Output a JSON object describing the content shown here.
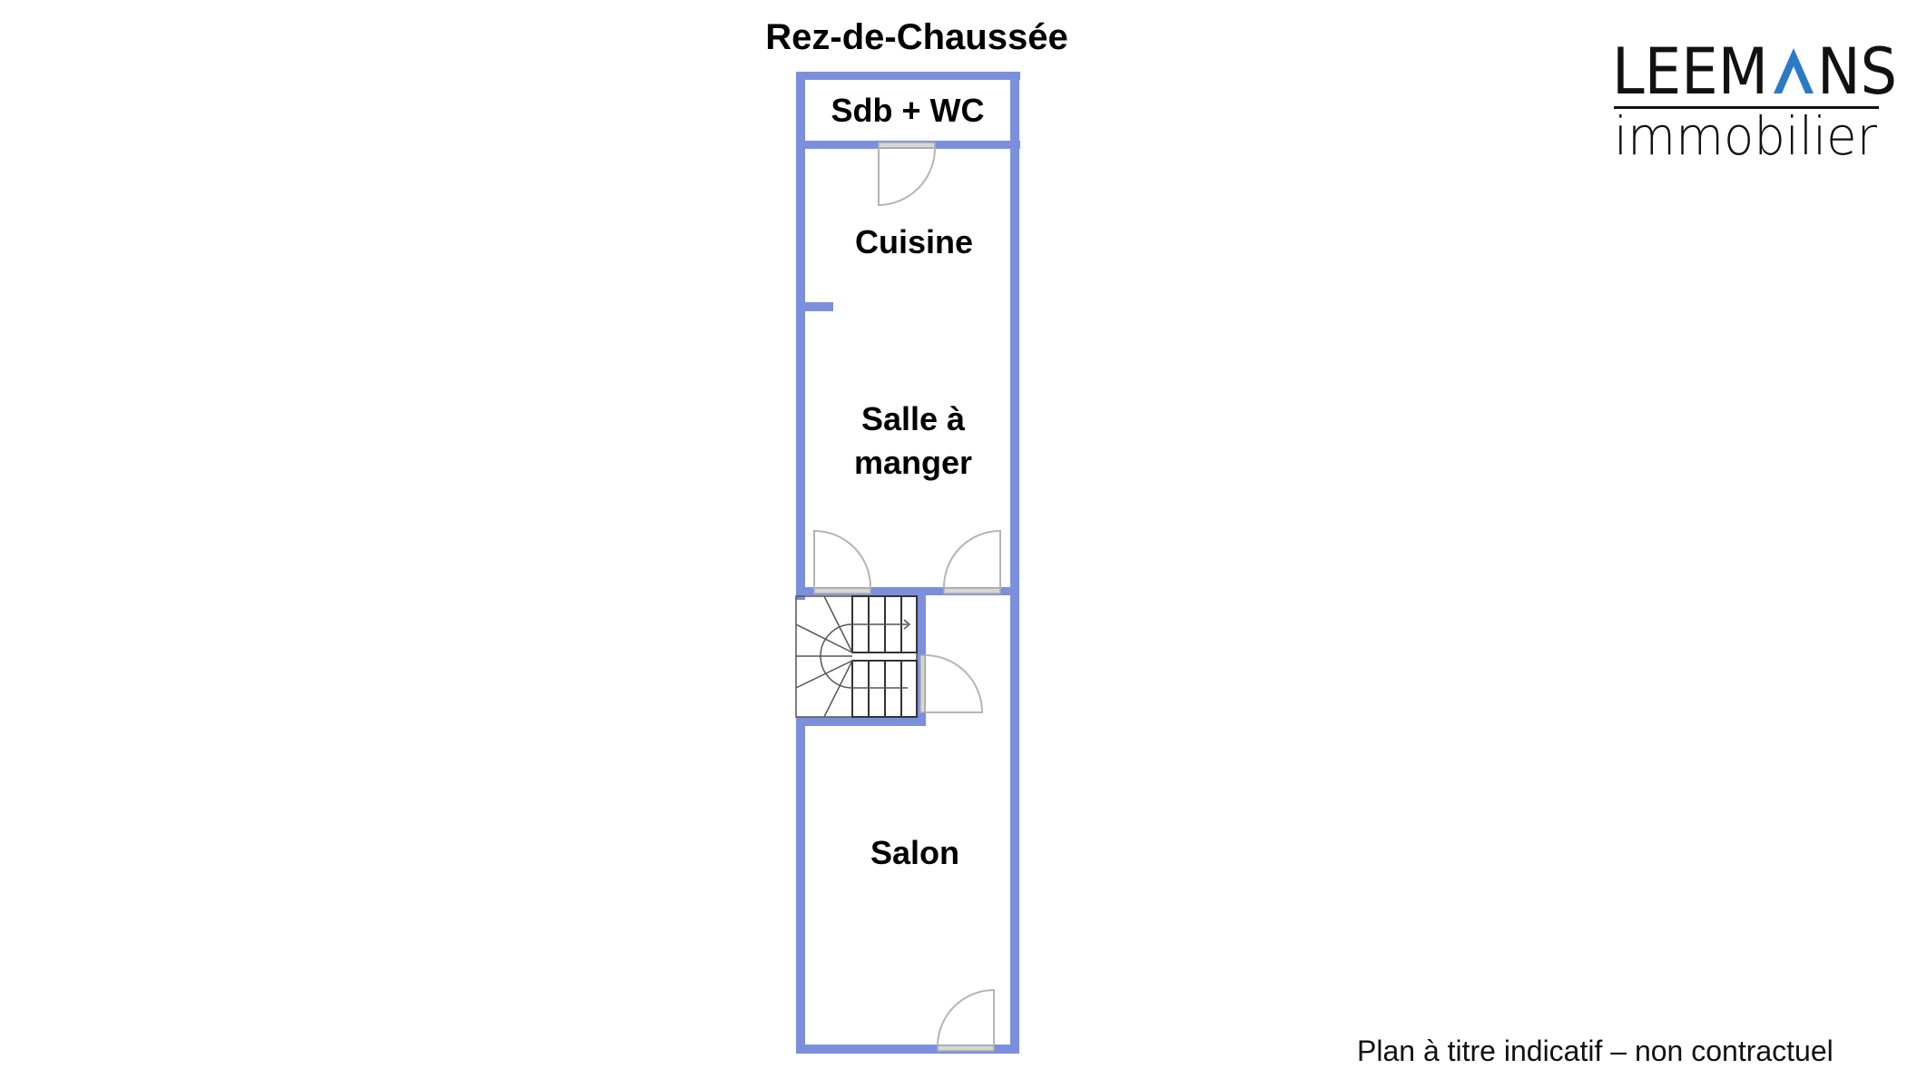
{
  "title": "Rez-de-Chaussée",
  "rooms": {
    "sdb_wc": "Sdb + WC",
    "cuisine": "Cuisine",
    "salle_line1": "Salle à",
    "salle_line2": "manger",
    "salon": "Salon"
  },
  "logo": {
    "brand": "LEEMANS",
    "sub": "immobilier",
    "accent": "#2B7BC4"
  },
  "footer": "Plan à titre indicatif – non contractuel",
  "colors": {
    "wall": "#7B8FDC"
  }
}
